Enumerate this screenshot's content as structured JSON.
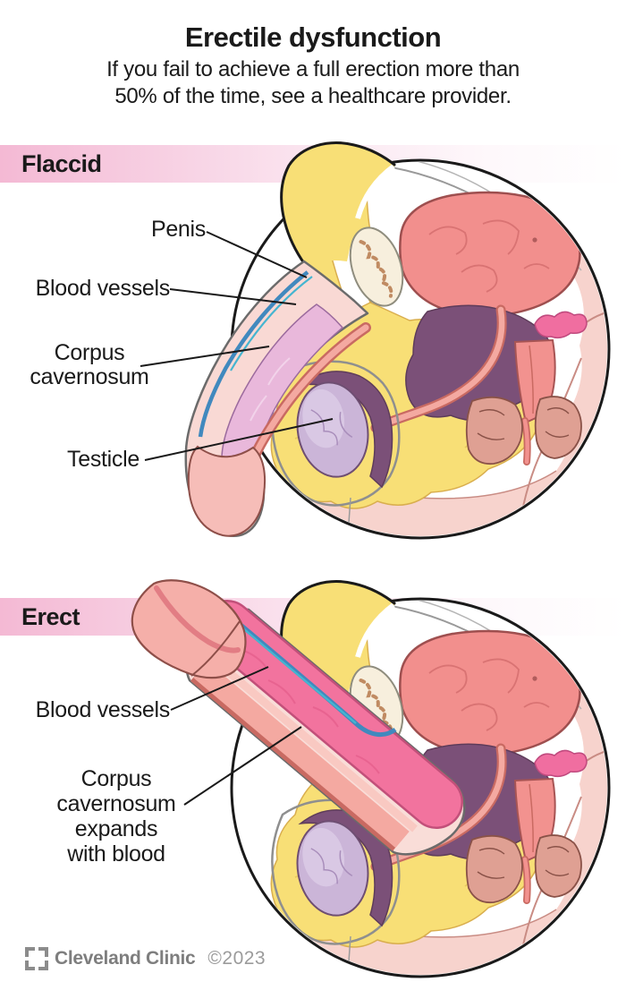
{
  "header": {
    "title": "Erectile dysfunction",
    "subtitle_lines": [
      "If you fail to achieve a full erection more than",
      "50% of the time, see a healthcare provider."
    ]
  },
  "flaccid": {
    "banner_label": "Flaccid",
    "labels": {
      "penis": "Penis",
      "blood_vessels": "Blood vessels",
      "corpus_lines": [
        "Corpus",
        "cavernosum"
      ],
      "testicle": "Testicle"
    }
  },
  "erect": {
    "banner_label": "Erect",
    "labels": {
      "blood_vessels": "Blood vessels",
      "corpus_lines": [
        "Corpus",
        "cavernosum",
        "expands",
        "with blood"
      ]
    }
  },
  "footer": {
    "brand": "Cleveland Clinic",
    "copyright": "©2023"
  },
  "palette": {
    "text": "#1A1A1A",
    "banner_pink": "#F4B9D4",
    "fat_yellow": "#F8DF76",
    "bladder_coral": "#F28F8D",
    "muscle_plum": "#7B5078",
    "testicle_lavender": "#CBB5D8",
    "bone_cream": "#F7EFDD",
    "skin_pink": "#F7D3CD",
    "corpus_flaccid": "#E9B8DB",
    "corpus_erect": "#F2739E",
    "vessel_blue": "#4189BE",
    "vessel_cyan": "#45B5D0",
    "urethra_salmon": "#F4A9A1",
    "brand_gray": "#8C8C8C"
  }
}
